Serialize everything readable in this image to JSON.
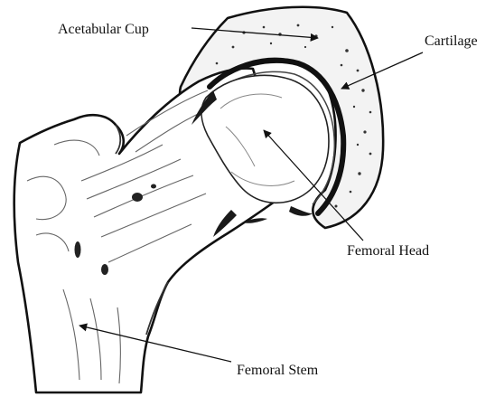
{
  "figure": {
    "labels": {
      "acetabular_cup": "Acetabular Cup",
      "cartilage": "Cartilage",
      "femoral_head": "Femoral Head",
      "femoral_stem": "Femoral Stem"
    },
    "colors": {
      "ink": "#111111",
      "bone_fill": "#ffffff",
      "shading": "#555555",
      "cup_fill": "#f3f3f3"
    }
  }
}
